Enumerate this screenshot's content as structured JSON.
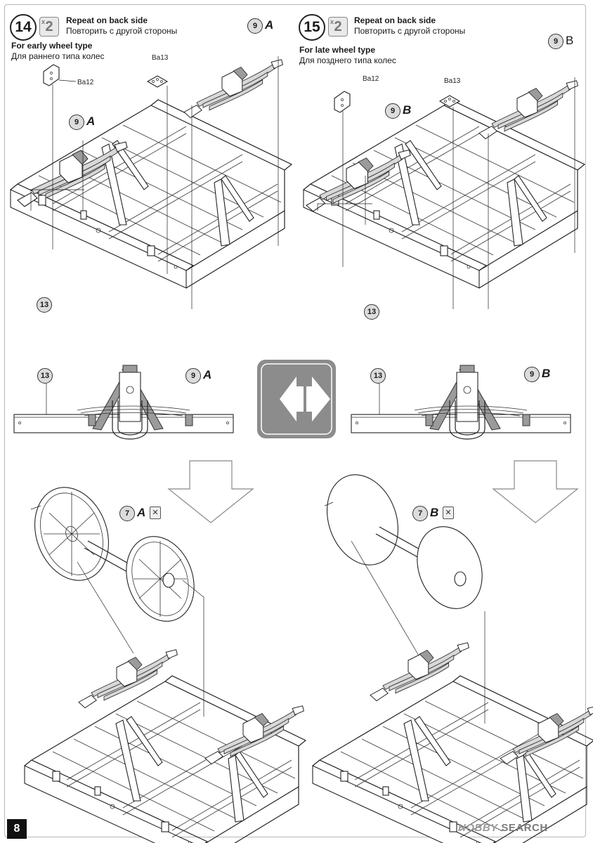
{
  "steps": [
    {
      "number": "14",
      "repeat": "2",
      "repeat_en": "Repeat on back side",
      "repeat_ru": "Повторить с другой стороны",
      "type_en": "For early wheel type",
      "type_ru": "Для раннего типа колес",
      "callout_letter": "A",
      "parts": [
        "Ba12",
        "Ba13"
      ]
    },
    {
      "number": "15",
      "repeat": "2",
      "repeat_en": "Repeat on back side",
      "repeat_ru": "Повторить с другой стороны",
      "type_en": "For late wheel type",
      "type_ru": "Для позднего типа колес",
      "callout_letter": "B",
      "parts": [
        "Ba12",
        "Ba13"
      ]
    }
  ],
  "callouts": {
    "spring": "9",
    "frame": "13",
    "wheelset": "7",
    "spring_b_plain": "B"
  },
  "repeat_prefix": "x",
  "x_symbol": "✕",
  "page_number": "8",
  "watermark": {
    "brand": "HOBBY",
    "word": "SEARCH"
  },
  "icons": [
    "double-arrow-icon",
    "down-arrow-icon",
    "no-glue-icon"
  ]
}
